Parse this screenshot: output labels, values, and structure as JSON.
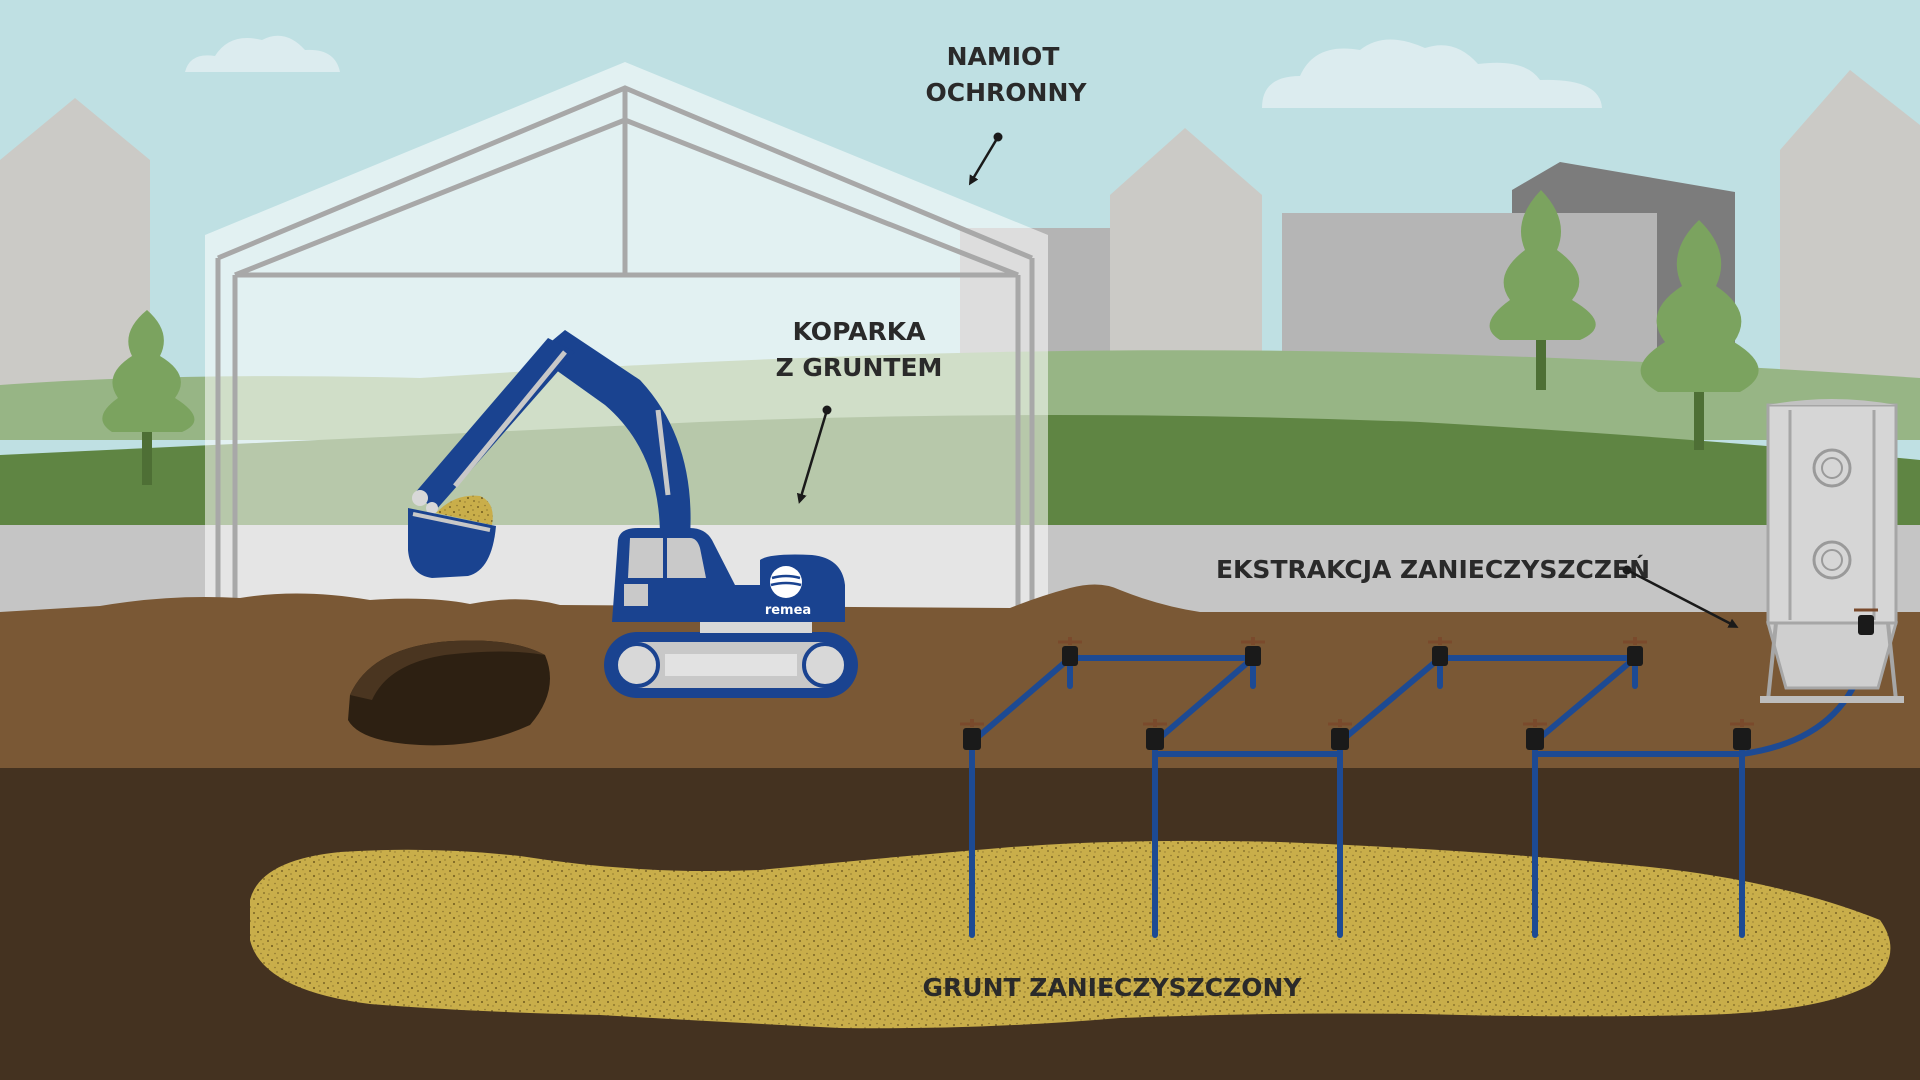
{
  "labels": {
    "tent_line1": "NAMIOT",
    "tent_line2": "OCHRONNY",
    "excavator_line1": "KOPARKA",
    "excavator_line2": "Z GRUNTEM",
    "extraction": "EKSTRAKCJA ZANIECZYSZCZEŃ",
    "contaminated": "GRUNT ZANIECZYSZCZONY",
    "brand": "remea"
  },
  "colors": {
    "sky": "#bfe0e3",
    "hills": "#97b585",
    "grass": "#5f8543",
    "road": "#c5c5c5",
    "topsoil": "#7a5835",
    "subsoil": "#443220",
    "contaminated_soil": "#c9ae4a",
    "pipe": "#1d4a93",
    "excavator": "#1a4390",
    "tent_frame": "#a8a8a8",
    "building": "#cbcac6"
  }
}
